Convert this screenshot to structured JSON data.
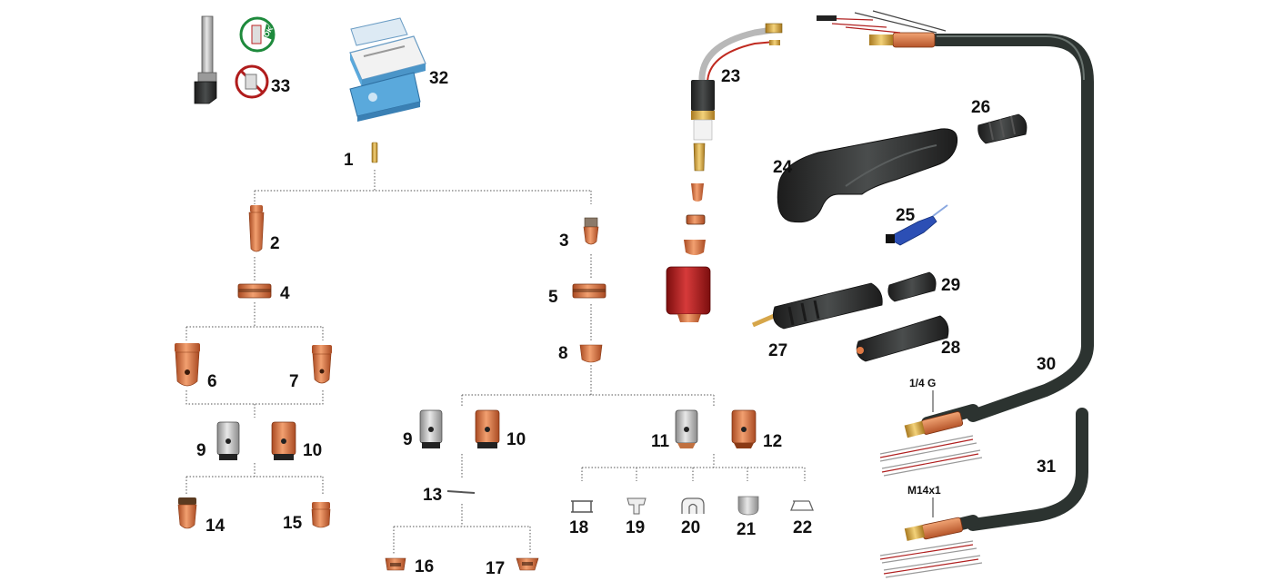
{
  "labels": {
    "p1": "1",
    "p2": "2",
    "p3": "3",
    "p4": "4",
    "p5": "5",
    "p6": "6",
    "p7": "7",
    "p8": "8",
    "p9a": "9",
    "p10a": "10",
    "p9b": "9",
    "p10b": "10",
    "p11": "11",
    "p12": "12",
    "p13": "13",
    "p14": "14",
    "p15": "15",
    "p16": "16",
    "p17": "17",
    "p18": "18",
    "p19": "19",
    "p20": "20",
    "p21": "21",
    "p22": "22",
    "p23": "23",
    "p24": "24",
    "p25": "25",
    "p26": "26",
    "p27": "27",
    "p28": "28",
    "p29": "29",
    "p30": "30",
    "p31": "31",
    "p32": "32",
    "p33": "33"
  },
  "thread_labels": {
    "thread_1": "1/4 G",
    "thread_2": "M14x1"
  },
  "badges": {
    "ok": "OK"
  },
  "colors": {
    "copper": "#e07a45",
    "copper_dark": "#a94a22",
    "brass": "#d6a64a",
    "hose": "#3f4a45",
    "handle": "#2f3232",
    "red_nozzle": "#b01c1c",
    "blue_switch": "#2c4fb5",
    "box_blue": "#5aa9dc"
  }
}
